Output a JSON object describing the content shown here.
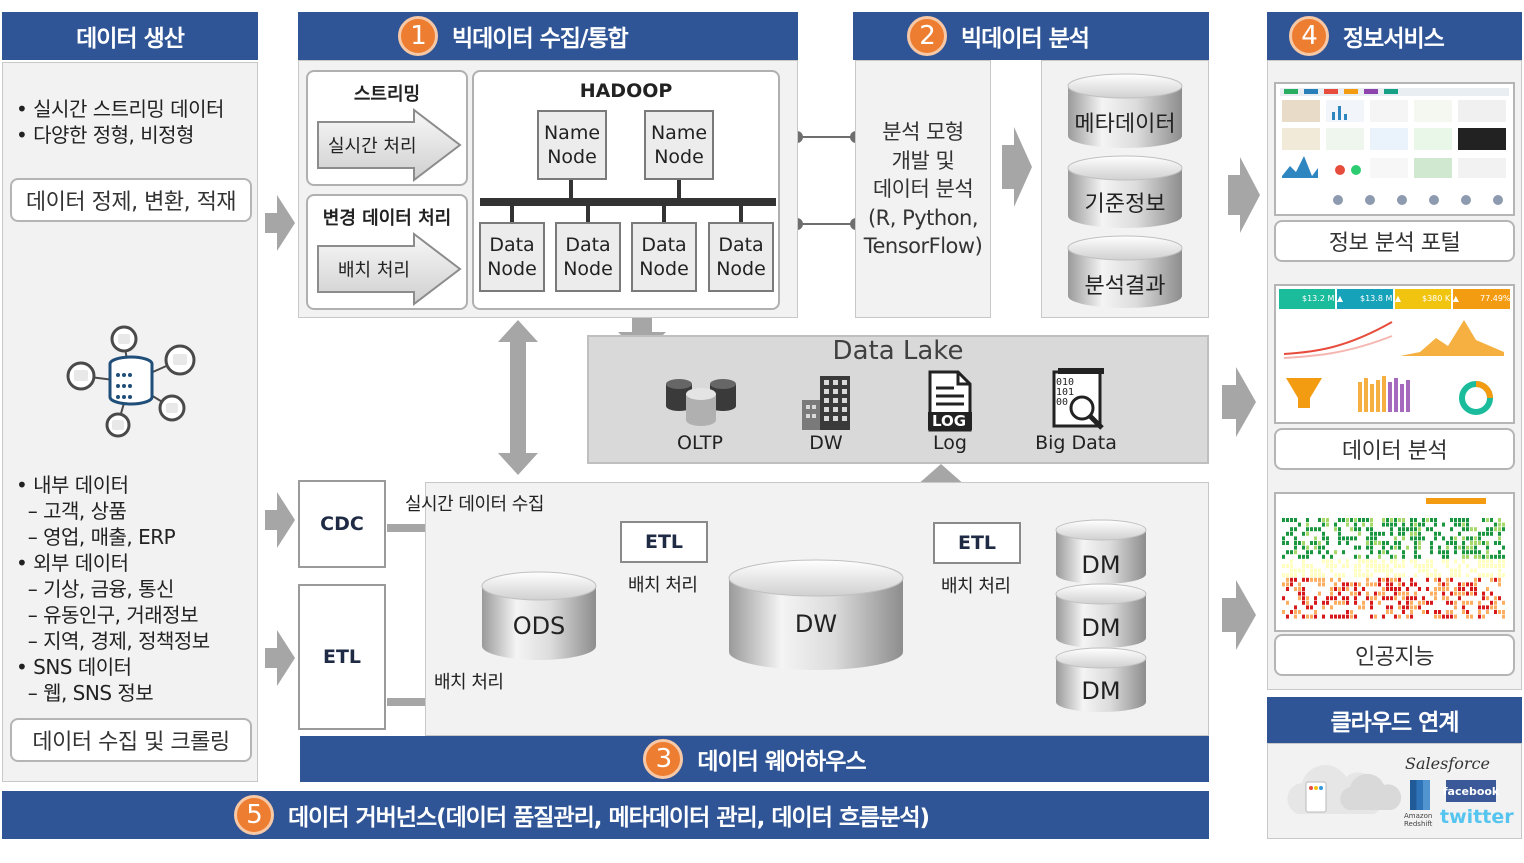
{
  "production": {
    "header": "데이터 생산",
    "bullets_top": "• 실시간 스트리밍 데이터\n• 다양한 정형, 비정형",
    "pill_top": "데이터 정제, 변환, 적재",
    "bullets_bottom": "• 내부 데이터\n  – 고객, 상품\n  – 영업, 매출, ERP\n• 외부 데이터\n  – 기상, 금융, 통신\n  – 유동인구, 거래정보\n  – 지역, 경제, 정책정보\n• SNS 데이터\n  – 웹, SNS 정보",
    "pill_bottom": "데이터 수집 및 크롤링"
  },
  "collect": {
    "number": "1",
    "header": "빅데이터 수집/통합",
    "streaming_title": "스트리밍",
    "streaming_arrow": "실시간 처리",
    "change_title": "변경 데이터 처리",
    "change_arrow": "배치 처리",
    "hadoop_title": "HADOOP",
    "name_node_1": "Name\nNode",
    "name_node_2": "Name\nNode",
    "data_nodes": [
      "Data\nNode",
      "Data\nNode",
      "Data\nNode",
      "Data\nNode"
    ]
  },
  "analysis": {
    "number": "2",
    "header": "빅데이터 분석",
    "model_text": "분석 모형\n개발 및\n데이터 분석\n(R, Python,\nTensorFlow)",
    "cylinders": [
      "메타데이터",
      "기준정보",
      "분석결과"
    ]
  },
  "datalake": {
    "title": "Data Lake",
    "items": [
      "OLTP",
      "DW",
      "Log",
      "Big Data"
    ],
    "log_badge": "LOG",
    "bigdata_bits": "010\n101\n00"
  },
  "warehouse": {
    "number": "3",
    "header": "데이터 웨어하우스",
    "cdc": "CDC",
    "etl_left": "ETL",
    "realtime_label": "실시간 데이터 수집",
    "batch_label_left": "배치 처리",
    "ods": "ODS",
    "etl_mid": "ETL",
    "batch_label_mid": "배치 처리",
    "dw": "DW",
    "etl_right": "ETL",
    "batch_label_right": "배치 처리",
    "dm": [
      "DM",
      "DM",
      "DM"
    ]
  },
  "service": {
    "number": "4",
    "header": "정보서비스",
    "items": [
      "정보 분석 포털",
      "데이터 분석",
      "인공지능"
    ],
    "kpis": [
      "$13.2 M ▲",
      "$13.8 M ▲",
      "$380 K ▲",
      "77.49%"
    ]
  },
  "cloud": {
    "header": "클라우드 연계",
    "salesforce": "Salesforce",
    "facebook": "facebook",
    "twitter": "twitter",
    "amazon": "Amazon\nRedshift"
  },
  "governance": {
    "number": "5",
    "header": "데이터 거버넌스(데이터 품질관리, 메타데이터 관리, 데이터 흐름분석)"
  },
  "colors": {
    "header_blue": "#2f5597",
    "accent_orange": "#ed7d31",
    "panel_gray": "#f2f2f2",
    "arrow_gray": "#a6a6a6"
  }
}
